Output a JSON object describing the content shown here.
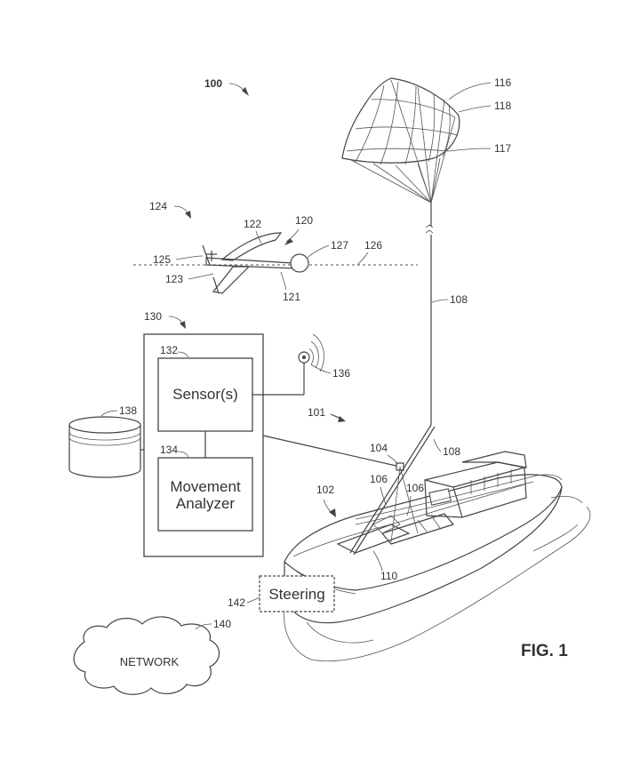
{
  "figure_label": "FIG. 1",
  "system_ref": "100",
  "boxes": {
    "sensor": "Sensor(s)",
    "movement_line1": "Movement",
    "movement_line2": "Analyzer",
    "steering": "Steering",
    "network": "NETWORK"
  },
  "refs": {
    "r101": "101",
    "r102": "102",
    "r104": "104",
    "r106a": "106",
    "r106b": "106",
    "r108a": "108",
    "r108b": "108",
    "r110": "110",
    "r116": "116",
    "r117": "117",
    "r118": "118",
    "r120": "120",
    "r121": "121",
    "r122": "122",
    "r123": "123",
    "r124": "124",
    "r125": "125",
    "r126": "126",
    "r127": "127",
    "r130": "130",
    "r132": "132",
    "r134": "134",
    "r136": "136",
    "r138": "138",
    "r140": "140",
    "r142": "142"
  }
}
